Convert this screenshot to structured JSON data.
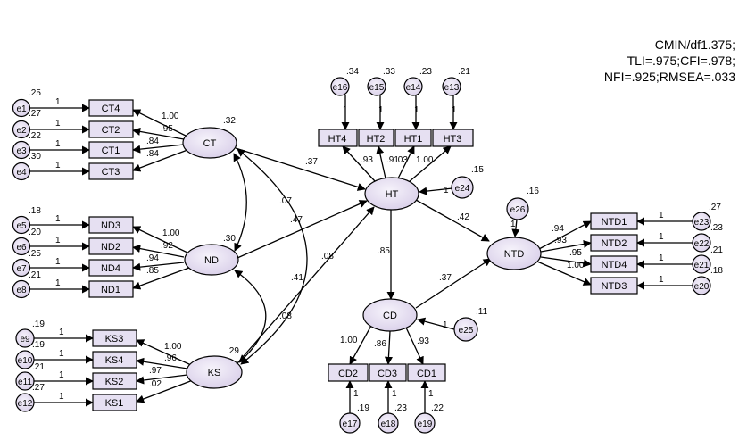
{
  "fit": {
    "line1": "CMIN/df1.375;",
    "line2": "TLI=.975;CFI=.978;",
    "line3": "NFI=.925;RMSEA=.033"
  },
  "latents": [
    {
      "id": "CT",
      "label": "CT",
      "var": ".32"
    },
    {
      "id": "ND",
      "label": "ND",
      "var": ".30"
    },
    {
      "id": "KS",
      "label": "KS",
      "var": ".29"
    },
    {
      "id": "HT",
      "label": "HT",
      "var": ""
    },
    {
      "id": "CD",
      "label": "CD",
      "var": ""
    },
    {
      "id": "NTD",
      "label": "NTD",
      "var": ""
    }
  ],
  "indicators": [
    {
      "id": "CT4",
      "label": "CT4"
    },
    {
      "id": "CT2",
      "label": "CT2"
    },
    {
      "id": "CT1",
      "label": "CT1"
    },
    {
      "id": "CT3",
      "label": "CT3"
    },
    {
      "id": "ND3",
      "label": "ND3"
    },
    {
      "id": "ND2",
      "label": "ND2"
    },
    {
      "id": "ND4",
      "label": "ND4"
    },
    {
      "id": "ND1",
      "label": "ND1"
    },
    {
      "id": "KS3",
      "label": "KS3"
    },
    {
      "id": "KS4",
      "label": "KS4"
    },
    {
      "id": "KS2",
      "label": "KS2"
    },
    {
      "id": "KS1",
      "label": "KS1"
    },
    {
      "id": "HT4",
      "label": "HT4"
    },
    {
      "id": "HT2",
      "label": "HT2"
    },
    {
      "id": "HT1",
      "label": "HT1"
    },
    {
      "id": "HT3",
      "label": "HT3"
    },
    {
      "id": "CD2",
      "label": "CD2"
    },
    {
      "id": "CD3",
      "label": "CD3"
    },
    {
      "id": "CD1",
      "label": "CD1"
    },
    {
      "id": "NTD1",
      "label": "NTD1"
    },
    {
      "id": "NTD2",
      "label": "NTD2"
    },
    {
      "id": "NTD4",
      "label": "NTD4"
    },
    {
      "id": "NTD3",
      "label": "NTD3"
    }
  ],
  "errors": [
    {
      "id": "e1",
      "label": "e1",
      "var": ".25",
      "path": "1"
    },
    {
      "id": "e2",
      "label": "e2",
      "var": ".27",
      "path": "1"
    },
    {
      "id": "e3",
      "label": "e3",
      "var": ".22",
      "path": "1"
    },
    {
      "id": "e4",
      "label": "e4",
      "var": ".30",
      "path": "1"
    },
    {
      "id": "e5",
      "label": "e5",
      "var": ".18",
      "path": "1"
    },
    {
      "id": "e6",
      "label": "e6",
      "var": ".20",
      "path": "1"
    },
    {
      "id": "e7",
      "label": "e7",
      "var": ".25",
      "path": "1"
    },
    {
      "id": "e8",
      "label": "e8",
      "var": ".21",
      "path": "1"
    },
    {
      "id": "e9",
      "label": "e9",
      "var": ".19",
      "path": "1"
    },
    {
      "id": "e10",
      "label": "e10",
      "var": ".19",
      "path": "1"
    },
    {
      "id": "e11",
      "label": "e11",
      "var": ".21",
      "path": "1"
    },
    {
      "id": "e12",
      "label": "e12",
      "var": ".27",
      "path": "1"
    },
    {
      "id": "e16",
      "label": "e16",
      "var": ".34",
      "path": "1"
    },
    {
      "id": "e15",
      "label": "e15",
      "var": ".33",
      "path": "1"
    },
    {
      "id": "e14",
      "label": "e14",
      "var": ".23",
      "path": "1"
    },
    {
      "id": "e13",
      "label": "e13",
      "var": ".21",
      "path": "1"
    },
    {
      "id": "e17",
      "label": "e17",
      "var": ".19",
      "path": "1"
    },
    {
      "id": "e18",
      "label": "e18",
      "var": ".23",
      "path": "1"
    },
    {
      "id": "e19",
      "label": "e19",
      "var": ".22",
      "path": "1"
    },
    {
      "id": "e23",
      "label": "e23",
      "var": ".27",
      "path": "1"
    },
    {
      "id": "e22",
      "label": "e22",
      "var": ".23",
      "path": "1"
    },
    {
      "id": "e21",
      "label": "e21",
      "var": ".21",
      "path": "1"
    },
    {
      "id": "e20",
      "label": "e20",
      "var": ".18",
      "path": "1"
    },
    {
      "id": "e24",
      "label": "e24",
      "var": ".15",
      "path": "1"
    },
    {
      "id": "e25",
      "label": "e25",
      "var": ".11",
      "path": "1"
    },
    {
      "id": "e26",
      "label": "e26",
      "var": ".16",
      "path": "1"
    }
  ],
  "loadings": {
    "CT4": "1.00",
    "CT2": ".95",
    "CT1": ".84",
    "CT3": ".84",
    "ND3": "1.00",
    "ND2": ".92",
    "ND4": ".94",
    "ND1": ".85",
    "KS3": "1.00",
    "KS4": ".96",
    "KS2": ".97",
    "KS1": ".02",
    "HT4": ".93",
    "HT2": ".91",
    "HT1": ".03",
    "HT3": "1.00",
    "CD2": "1.00",
    "CD3": ".86",
    "CD1": ".93",
    "NTD1": ".94",
    "NTD2": ".93",
    "NTD4": ".95",
    "NTD3": "1.00"
  },
  "structural": {
    "CT_HT": ".37",
    "ND_HT": ".47",
    "KS_HT": ".41",
    "HT_CD": ".85",
    "HT_NTD": ".42",
    "CD_NTD": ".37"
  },
  "covariances": {
    "CT_ND": ".07",
    "CT_KS": ".08",
    "ND_KS": ".08"
  },
  "colors": {
    "node_fill_light": "#f4f1fa",
    "node_fill_dark": "#d8cdea",
    "box_fill": "#e6e0f2",
    "stroke": "#000000"
  }
}
